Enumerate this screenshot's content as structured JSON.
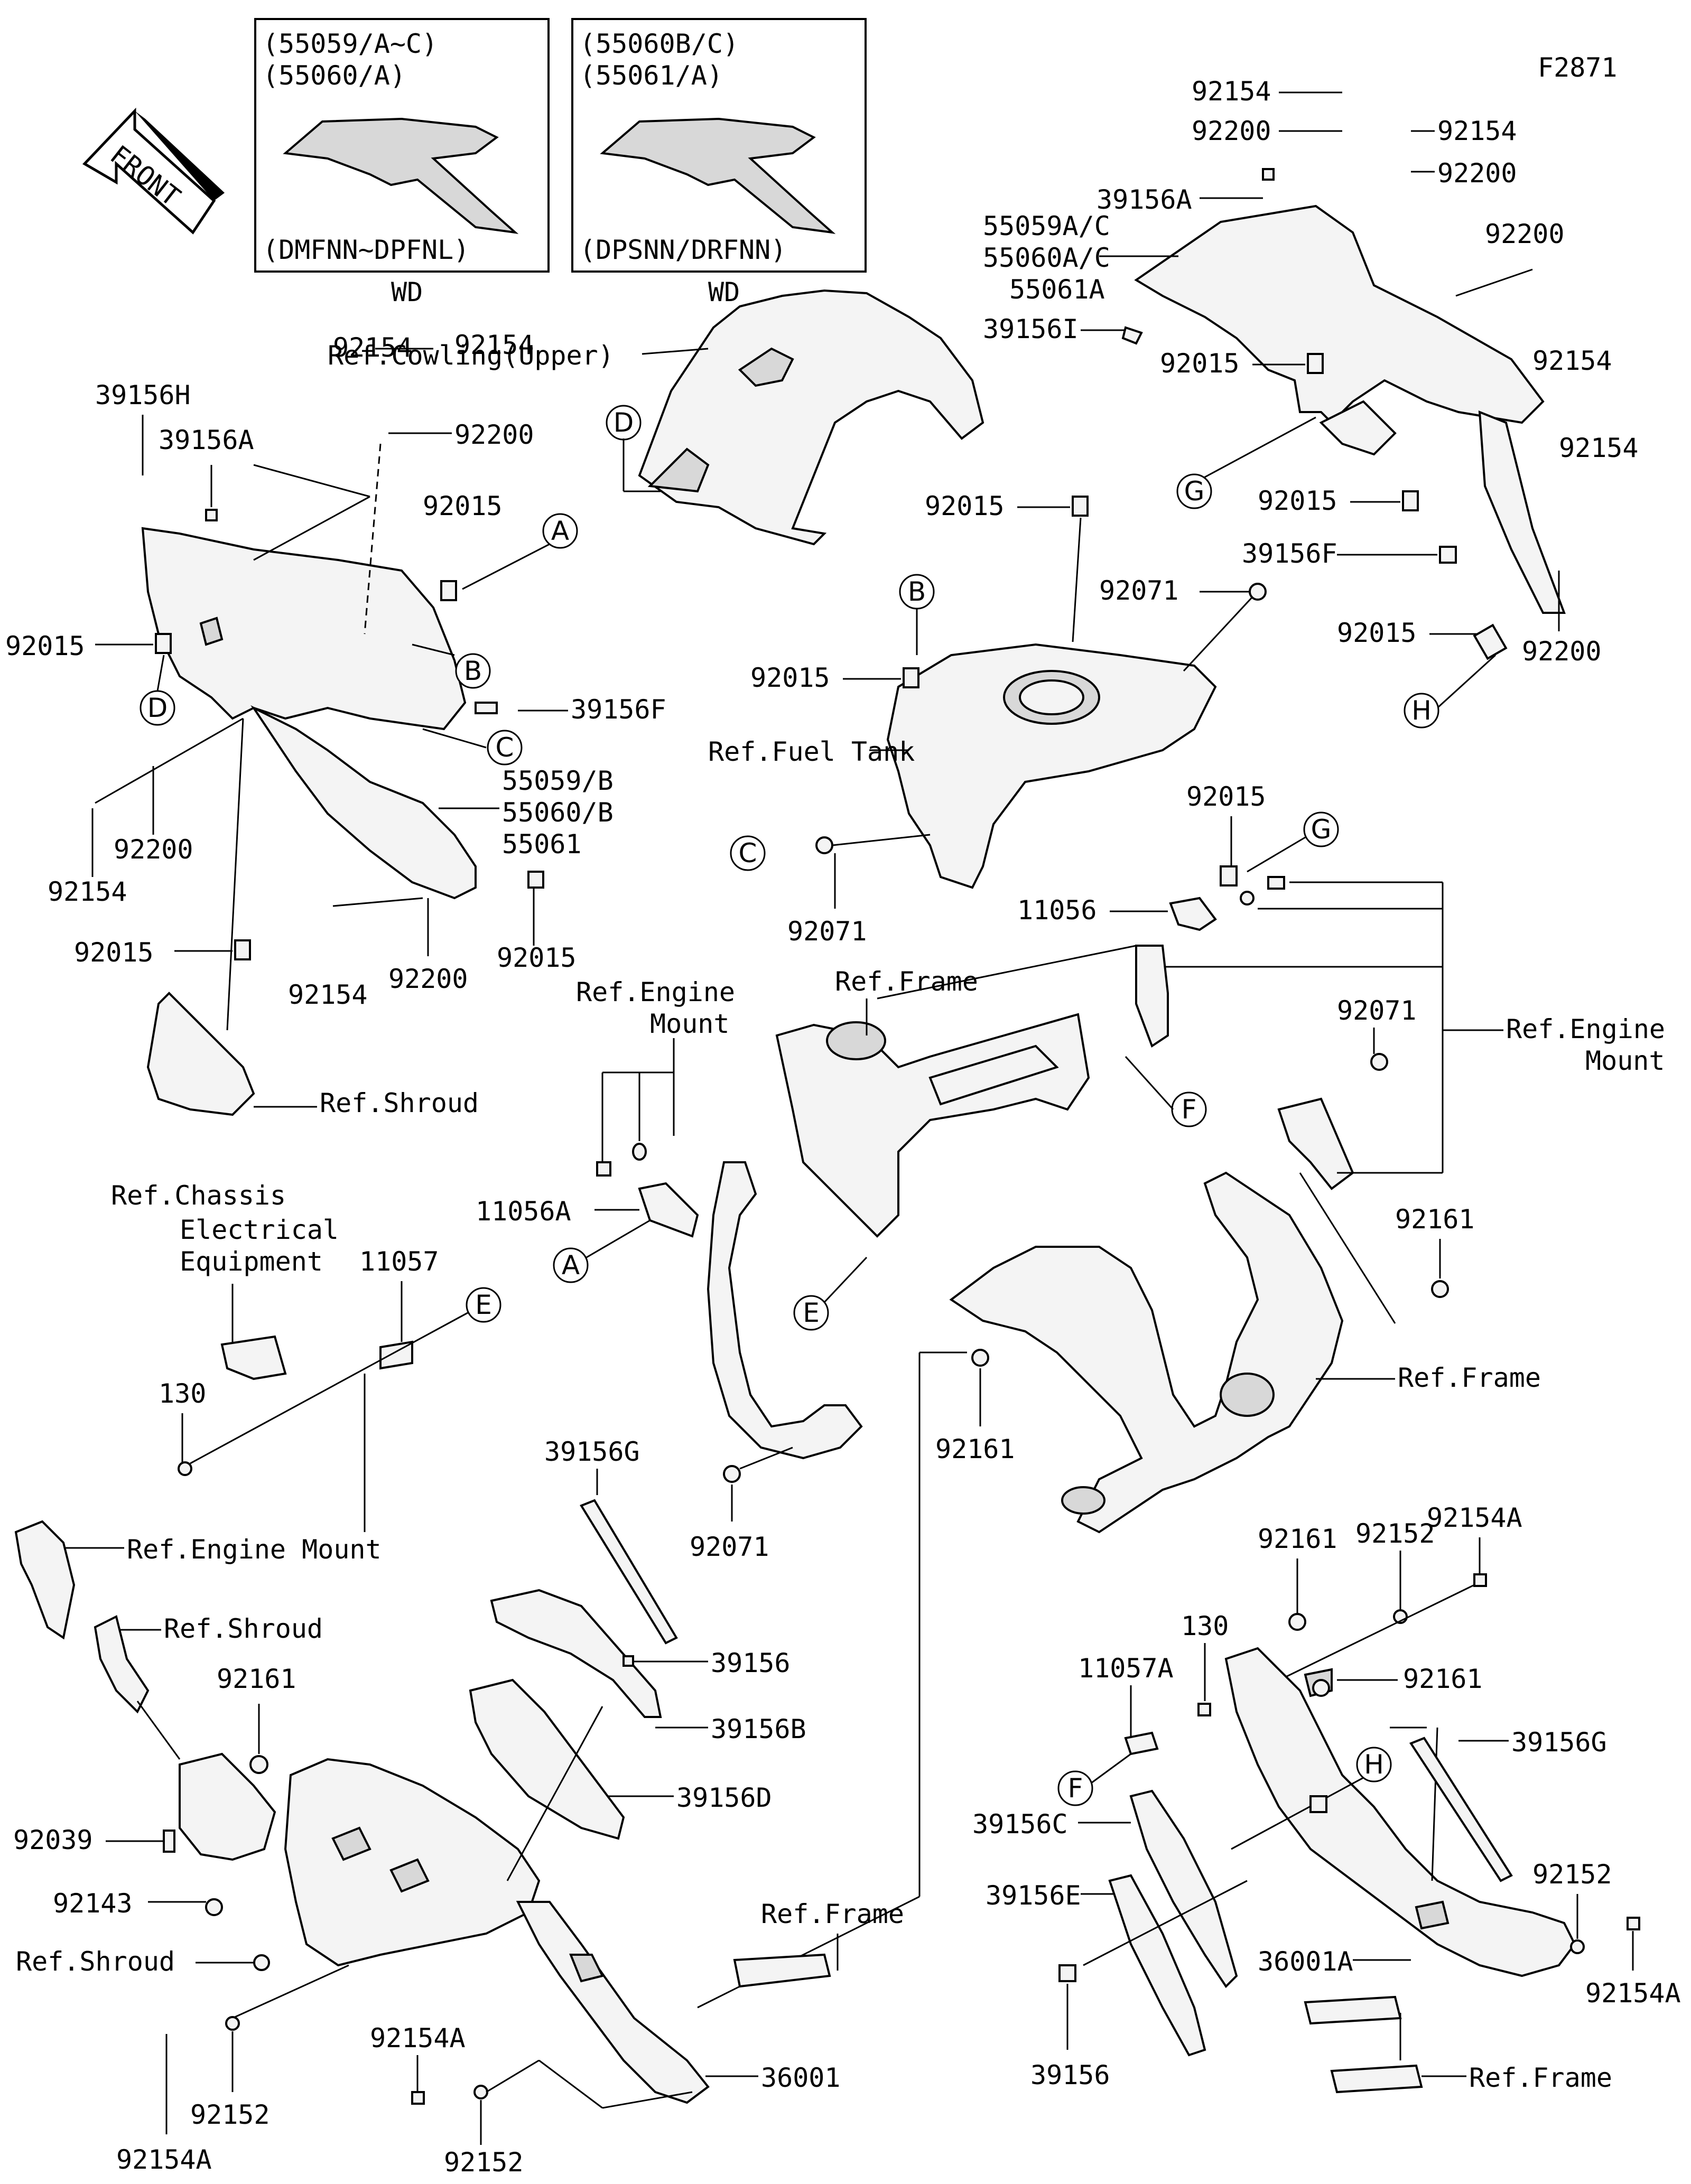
{
  "figure_id": "F2871",
  "front_label": "FRONT",
  "inset_left": {
    "line1": "(55059/A~C)",
    "line2": "(55060/A)",
    "model": "(DMFNN~DPFNL)",
    "region": "WD"
  },
  "inset_right": {
    "line1": "(55060B/C)",
    "line2": "(55061/A)",
    "model": "(DPSNN/DRFNN)",
    "region": "WD"
  },
  "refs": {
    "cowling_upper": "Ref.Cowling(Upper)",
    "fuel_tank": "Ref.Fuel Tank",
    "frame": "Ref.Frame",
    "engine_mount": "Ref.Engine",
    "engine_mount_2": "Mount",
    "engine_mount_full": "Ref.Engine Mount",
    "shroud": "Ref.Shroud",
    "chassis_1": "Ref.Chassis",
    "chassis_2": "Electrical",
    "chassis_3": "Equipment"
  },
  "parts": {
    "p92154": "92154",
    "p92200": "92200",
    "p92015": "92015",
    "p92071": "92071",
    "p92161": "92161",
    "p92152": "92152",
    "p92154A": "92154A",
    "p92039": "92039",
    "p92143": "92143",
    "p39156": "39156",
    "p39156A": "39156A",
    "p39156B": "39156B",
    "p39156C": "39156C",
    "p39156D": "39156D",
    "p39156E": "39156E",
    "p39156F": "39156F",
    "p39156G": "39156G",
    "p39156H": "39156H",
    "p39156I": "39156I",
    "p55059AC": "55059A/C",
    "p55060AC": "55060A/C",
    "p55061A": "55061A",
    "p55059B": "55059/B",
    "p55060B": "55060/B",
    "p55061": "55061",
    "p11056": "11056",
    "p11056A": "11056A",
    "p11057": "11057",
    "p11057A": "11057A",
    "p130": "130",
    "p36001": "36001",
    "p36001A": "36001A"
  },
  "letters": [
    "A",
    "B",
    "C",
    "D",
    "E",
    "F",
    "G",
    "H"
  ]
}
